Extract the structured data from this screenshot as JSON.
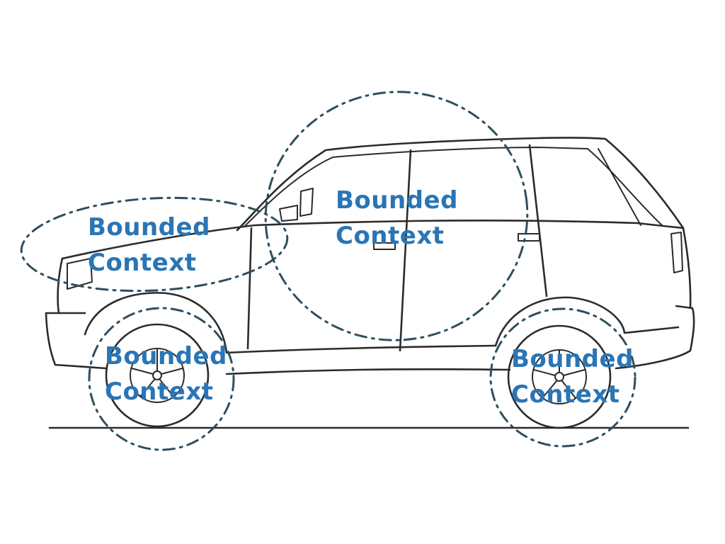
{
  "contexts": [
    {
      "line1": "Bounded",
      "line2": "Context"
    },
    {
      "line1": "Bounded",
      "line2": "Context"
    },
    {
      "line1": "Bounded",
      "line2": "Context"
    },
    {
      "line1": "Bounded",
      "line2": "Context"
    }
  ],
  "colors": {
    "label": "#2a75b5",
    "sketch": "#2b2b2b",
    "boundary": "#2f4e5e",
    "background": "#ffffff"
  }
}
